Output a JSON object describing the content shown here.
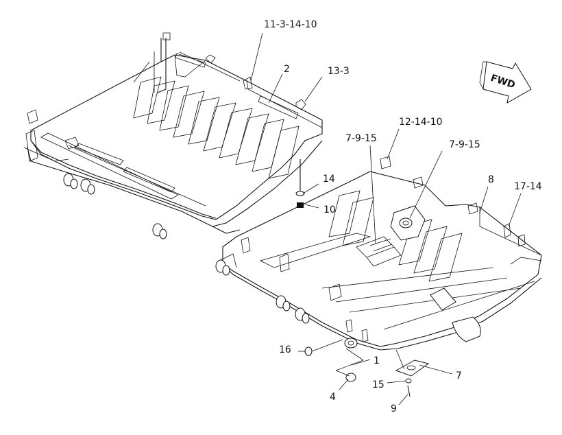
{
  "callouts": [
    {
      "id": "c-11-3-14-10",
      "text": "11-3-14-10"
    },
    {
      "id": "c-2",
      "text": "2"
    },
    {
      "id": "c-13-3",
      "text": "13-3"
    },
    {
      "id": "c-12-14-10",
      "text": "12-14-10"
    },
    {
      "id": "c-7-9-15-a",
      "text": "7-9-15"
    },
    {
      "id": "c-7-9-15-b",
      "text": "7-9-15"
    },
    {
      "id": "c-14",
      "text": "14"
    },
    {
      "id": "c-10",
      "text": "10"
    },
    {
      "id": "c-8",
      "text": "8"
    },
    {
      "id": "c-17-14",
      "text": "17-14"
    },
    {
      "id": "c-16",
      "text": "16"
    },
    {
      "id": "c-1",
      "text": "1"
    },
    {
      "id": "c-7",
      "text": "7"
    },
    {
      "id": "c-15",
      "text": "15"
    },
    {
      "id": "c-4",
      "text": "4"
    },
    {
      "id": "c-9",
      "text": "9"
    }
  ],
  "direction_arrow": {
    "text": "FWD"
  },
  "colors": {
    "ink": "#111111",
    "paper": "#ffffff"
  }
}
